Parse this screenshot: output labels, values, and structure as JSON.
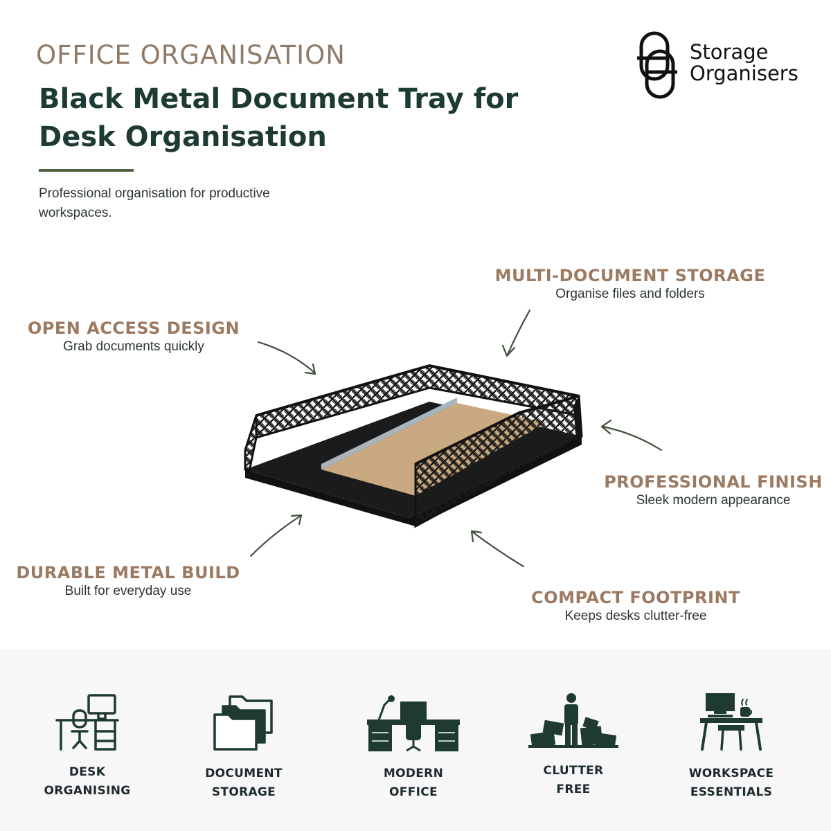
{
  "header": {
    "category": "OFFICE ORGANISATION",
    "title": "Black Metal Document Tray for Desk Organisation",
    "subtitle": "Professional organisation for productive workspaces."
  },
  "brand": {
    "name_line1": "Storage",
    "name_line2": "Organisers",
    "logo_icon": "interlocked-loop-logo"
  },
  "callouts": {
    "multi_document": {
      "heading": "MULTI-DOCUMENT STORAGE",
      "sub": "Organise files and folders"
    },
    "open_access": {
      "heading": "OPEN ACCESS DESIGN",
      "sub": "Grab documents quickly"
    },
    "professional_finish": {
      "heading": "PROFESSIONAL FINISH",
      "sub": "Sleek modern appearance"
    },
    "durable_metal": {
      "heading": "DURABLE METAL BUILD",
      "sub": "Built for everyday use"
    },
    "compact_footprint": {
      "heading": "COMPACT FOOTPRINT",
      "sub": "Keeps desks clutter-free"
    }
  },
  "features": [
    {
      "line1": "DESK",
      "line2": "ORGANISING",
      "icon": "desk-chair-computer-icon"
    },
    {
      "line1": "DOCUMENT",
      "line2": "STORAGE",
      "icon": "folders-icon"
    },
    {
      "line1": "MODERN",
      "line2": "OFFICE",
      "icon": "office-desk-icon"
    },
    {
      "line1": "CLUTTER",
      "line2": "FREE",
      "icon": "person-clutter-icon"
    },
    {
      "line1": "WORKSPACE",
      "line2": "ESSENTIALS",
      "icon": "workspace-desk-icon"
    }
  ],
  "colors": {
    "title": "#1e3a34",
    "category": "#8f7a68",
    "callout_heading": "#9c7a62",
    "accent_rule": "#4e6140",
    "arrow": "#3f4f3a",
    "icon": "#1f3a33",
    "bottom_band": "#f7f7f9"
  }
}
